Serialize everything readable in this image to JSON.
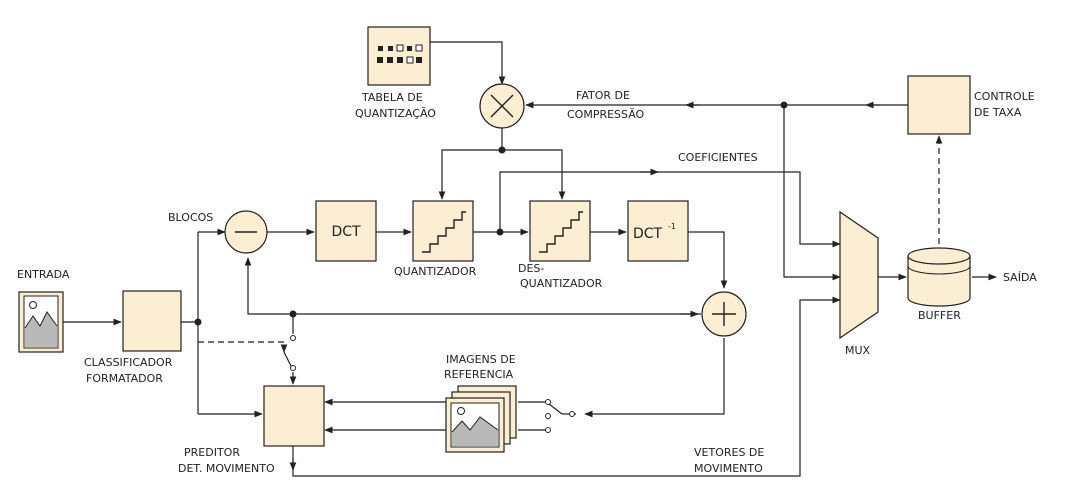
{
  "colors": {
    "block_fill": "#fbeed2",
    "stroke": "#222222",
    "background": "#ffffff"
  },
  "labels": {
    "tabela_l1": "TABELA DE",
    "tabela_l2": "QUANTIZAÇÃO",
    "fator_l1": "FATOR DE",
    "fator_l2": "COMPRESSÃO",
    "controle_l1": "CONTROLE",
    "controle_l2": "DE TAXA",
    "coeficientes": "COEFICIENTES",
    "blocos": "BLOCOS",
    "dct": "DCT",
    "idct": "DCT",
    "idct_sup": "-1",
    "quantizador": "QUANTIZADOR",
    "desq_l1": "DES-",
    "desq_l2": "QUANTIZADOR",
    "entrada": "ENTRADA",
    "saida": "SAÍDA",
    "classif_l1": "CLASSIFICADOR",
    "classif_l2": "FORMATADOR",
    "mux": "MUX",
    "buffer": "BUFFER",
    "imagens_l1": "IMAGENS DE",
    "imagens_l2": "REFERENCIA",
    "preditor_l1": "PREDITOR",
    "preditor_l2": "DET. MOVIMENTO",
    "vetores_l1": "VETORES DE",
    "vetores_l2": "MOVIMENTO"
  },
  "icons": {
    "quant_table": "quantization-table-icon",
    "multiplier": "multiplier-icon",
    "subtractor": "subtractor-icon",
    "adder": "adder-icon",
    "input_image": "image-icon",
    "reference_images": "image-stack-icon",
    "buffer": "cylinder-icon"
  }
}
